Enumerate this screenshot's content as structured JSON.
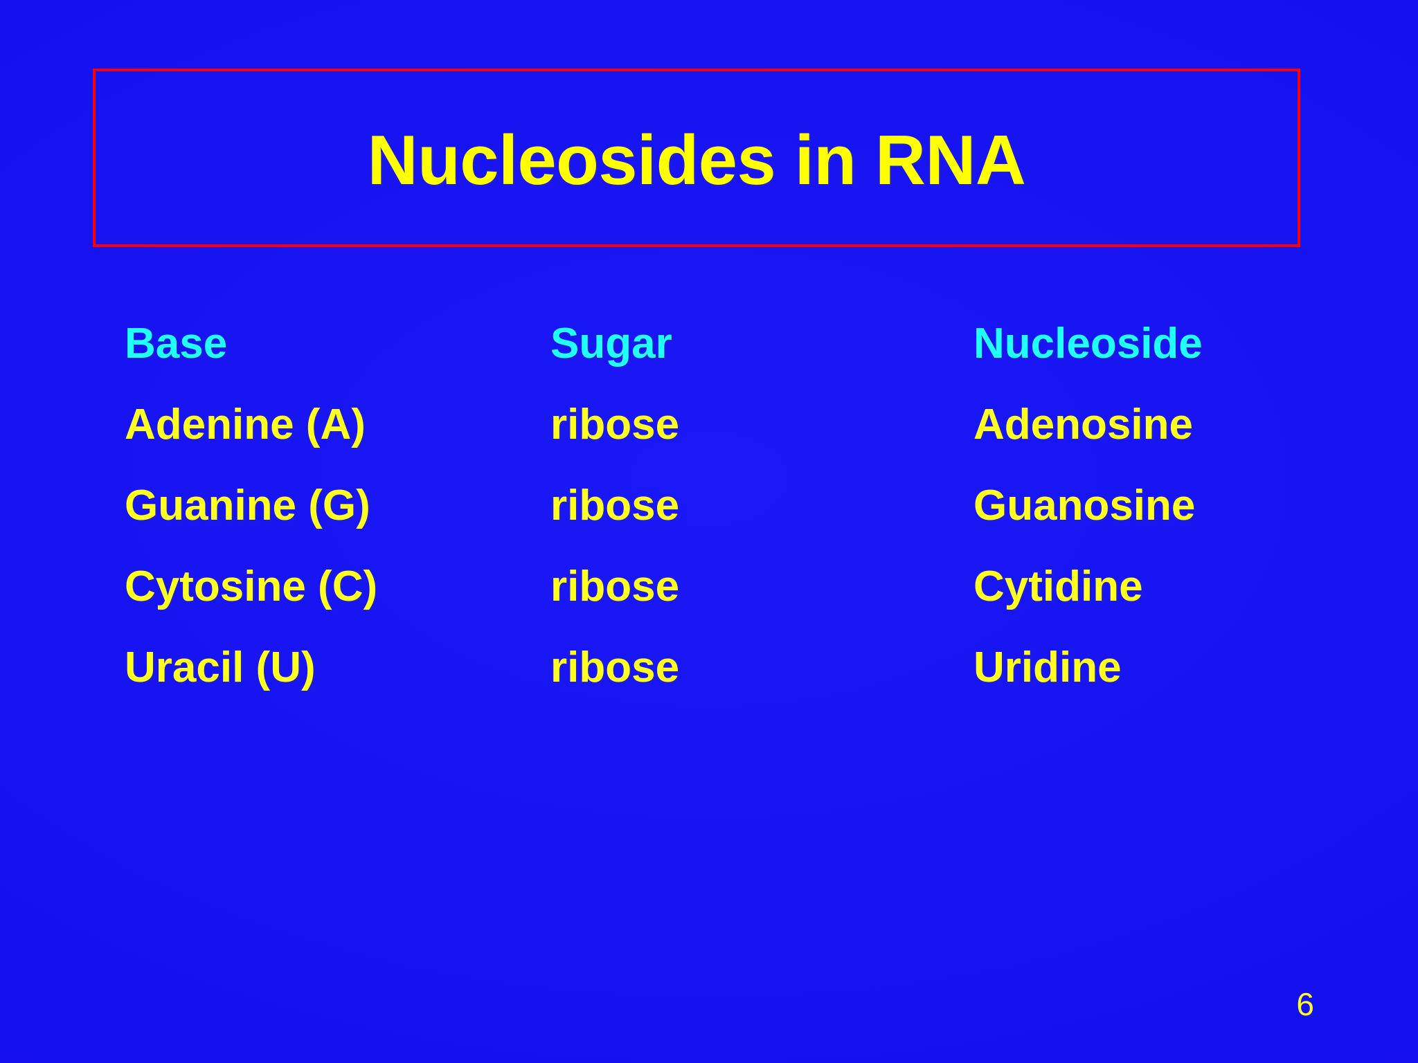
{
  "slide": {
    "background_color": "#1410ee",
    "title": "Nucleosides in RNA",
    "title_color": "#ffff00",
    "title_border_color": "#ff0000",
    "page_number": "6",
    "page_number_color": "#ffff22"
  },
  "table": {
    "header_color": "#22ffff",
    "body_color": "#ffff22",
    "headers": {
      "base": "Base",
      "sugar": "Sugar",
      "nucleoside": "Nucleoside"
    },
    "rows": [
      {
        "base": "Adenine (A)",
        "sugar": "ribose",
        "nucleoside": "Adenosine"
      },
      {
        "base": "Guanine (G)",
        "sugar": "ribose",
        "nucleoside": "Guanosine"
      },
      {
        "base": "Cytosine (C)",
        "sugar": "ribose",
        "nucleoside": "Cytidine"
      },
      {
        "base": "Uracil (U)",
        "sugar": "ribose",
        "nucleoside": "Uridine"
      }
    ]
  }
}
